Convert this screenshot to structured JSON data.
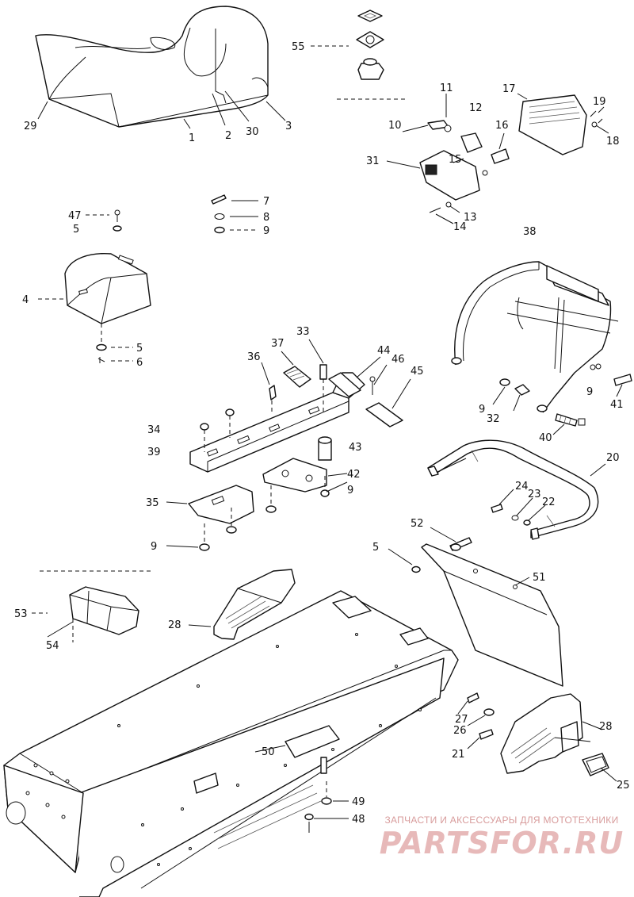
{
  "callouts": {
    "c1": "1",
    "c2": "2",
    "c3": "3",
    "c4": "4",
    "c5a": "5",
    "c5b": "5",
    "c5c": "5",
    "c6": "6",
    "c7": "7",
    "c8": "8",
    "c9a": "9",
    "c9b": "9",
    "c9c": "9",
    "c9d": "9",
    "c9e": "9",
    "c10": "10",
    "c11": "11",
    "c12": "12",
    "c13": "13",
    "c14": "14",
    "c15": "15",
    "c16": "16",
    "c17": "17",
    "c18": "18",
    "c19": "19",
    "c20": "20",
    "c21": "21",
    "c22": "22",
    "c23": "23",
    "c24": "24",
    "c25": "25",
    "c26": "26",
    "c27": "27",
    "c28a": "28",
    "c28b": "28",
    "c29": "29",
    "c30": "30",
    "c31": "31",
    "c32": "32",
    "c33": "33",
    "c34": "34",
    "c35": "35",
    "c36": "36",
    "c37": "37",
    "c38": "38",
    "c39": "39",
    "c40": "40",
    "c41": "41",
    "c42": "42",
    "c43": "43",
    "c44": "44",
    "c45": "45",
    "c46": "46",
    "c47": "47",
    "c48": "48",
    "c49": "49",
    "c50": "50",
    "c51": "51",
    "c52": "52",
    "c53": "53",
    "c54": "54",
    "c55": "55"
  },
  "watermark": {
    "tagline": "ЗАПЧАСТИ И АКСЕССУАРЫ ДЛЯ МОТОТЕХНИКИ",
    "brand": "PARTSFOR.RU"
  },
  "colors": {
    "line": "#111111",
    "watermark": "#d89c9c"
  }
}
